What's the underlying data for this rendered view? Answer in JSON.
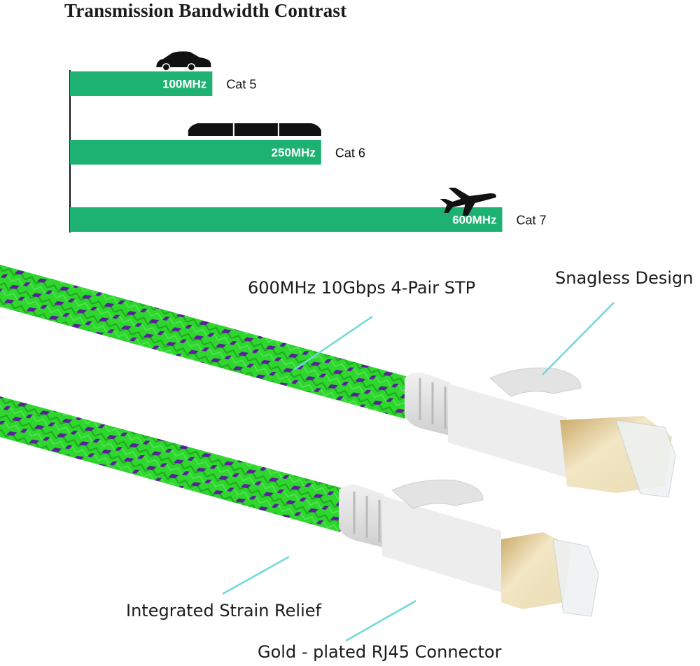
{
  "chart_data": {
    "type": "bar",
    "orientation": "horizontal",
    "title": "Transmission Bandwidth Contrast",
    "categories": [
      "Cat 5",
      "Cat 6",
      "Cat 7"
    ],
    "values": [
      100,
      250,
      600
    ],
    "value_labels": [
      "100MHz",
      "250MHz",
      "600MHz"
    ],
    "unit": "MHz",
    "icons": [
      "car-icon",
      "train-icon",
      "airplane-icon"
    ],
    "xlabel": "",
    "ylabel": "",
    "grid": false,
    "legend": "none",
    "bar_color": "#1db272"
  },
  "callouts": [
    {
      "id": "cable-spec",
      "text": "600MHz 10Gbps 4-Pair STP"
    },
    {
      "id": "snagless",
      "text": "Snagless Design"
    },
    {
      "id": "strain-relief",
      "text": "Integrated Strain Relief"
    },
    {
      "id": "connector",
      "text": "Gold - plated RJ45 Connector"
    }
  ],
  "colors": {
    "cable_green": "#2ecc2e",
    "cable_stripe": "#5a1f9a",
    "connector_gray": "#e3e3e3",
    "gold": "#e8d9a8",
    "callout_line": "#6fd9d9"
  }
}
